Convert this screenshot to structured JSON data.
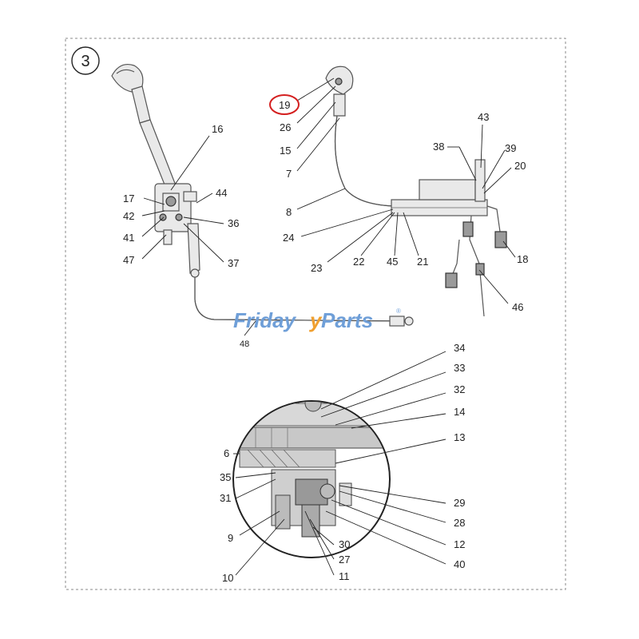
{
  "figure": {
    "number": "3",
    "highlighted_label": "19",
    "highlight_color": "#d42020",
    "border_color": "#888888"
  },
  "watermark": {
    "text_part1": "Friday",
    "text_part2": "Parts",
    "registered_mark": "®",
    "color_blue": "#6f9fd8",
    "color_orange": "#f0a030"
  },
  "callouts": {
    "c19": "19",
    "c26": "26",
    "c15": "15",
    "c7": "7",
    "c8": "8",
    "c24": "24",
    "c23": "23",
    "c22": "22",
    "c45": "45",
    "c21": "21",
    "c43": "43",
    "c38": "38",
    "c39": "39",
    "c20": "20",
    "c18": "18",
    "c46": "46",
    "c16": "16",
    "c17": "17",
    "c42": "42",
    "c41": "41",
    "c47": "47",
    "c44": "44",
    "c36": "36",
    "c37": "37",
    "c48": "48",
    "c34": "34",
    "c33": "33",
    "c32": "32",
    "c14": "14",
    "c13": "13",
    "c6": "6",
    "c35": "35",
    "c31": "31",
    "c9": "9",
    "c10": "10",
    "c30": "30",
    "c27": "27",
    "c11": "11",
    "c29": "29",
    "c28": "28",
    "c12": "12",
    "c40": "40"
  }
}
